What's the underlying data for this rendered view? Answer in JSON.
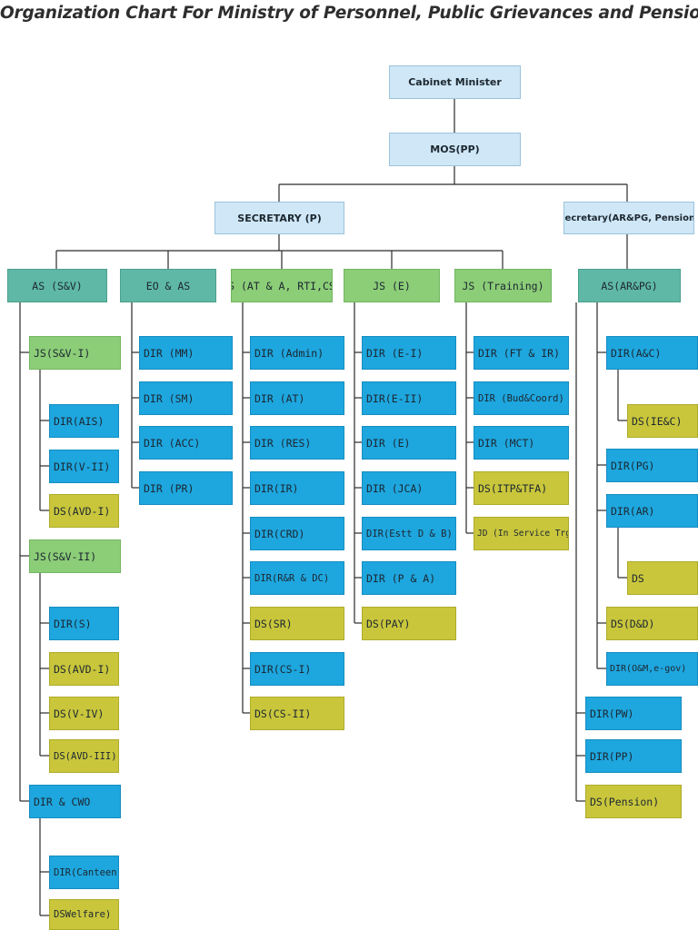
{
  "title": "Organization Chart For Ministry of Personnel, Public Grievances and Pensions",
  "colors": {
    "top": "#cfe7f6",
    "as_level": "#5fb8a6",
    "js_level": "#8ccd78",
    "director": "#1ea6de",
    "deputy": "#c9c63c",
    "line": "#2a2a2a"
  },
  "nodes": {
    "cabinet_minister": "Cabinet Minister",
    "mos_pp": "MOS(PP)",
    "secretary_p": "SECRETARY (P)",
    "secretary_arpg": "Secretary(AR&PG, Pension)",
    "as_sv": "AS (S&V)",
    "eo_as": "EO & AS",
    "js_at": "JS (AT & A, RTI,CS)",
    "js_e": "JS (E)",
    "js_training": "JS (Training)",
    "as_arpg": "AS(AR&PG)",
    "js_sv1": "JS(S&V-I)",
    "dir_ais": "DIR(AIS)",
    "dir_v2": "DIR(V-II)",
    "ds_avd1_a": "DS(AVD-I)",
    "js_sv2": "JS(S&V-II)",
    "dir_s": "DIR(S)",
    "ds_avd1_b": "DS(AVD-I)",
    "ds_v4": "DS(V-IV)",
    "ds_avd3": "DS(AVD-III)",
    "dir_cwo": "DIR & CWO",
    "dir_canteen": "DIR(Canteen)",
    "ds_welfare": "DSWelfare)",
    "dir_mm": "DIR (MM)",
    "dir_sm": "DIR (SM)",
    "dir_acc": "DIR (ACC)",
    "dir_pr": "DIR (PR)",
    "dir_admin": "DIR (Admin)",
    "dir_at": "DIR (AT)",
    "dir_res": "DIR (RES)",
    "dir_ir": "DIR(IR)",
    "dir_crd": "DIR(CRD)",
    "dir_rr": "DIR(R&R & DC)",
    "ds_sr": "DS(SR)",
    "dir_cs1": "DIR(CS-I)",
    "ds_cs2": "DS(CS-II)",
    "dir_e1": "DIR (E-I)",
    "dir_e2": "DIR(E-II)",
    "dir_e": "DIR (E)",
    "dir_jca": "DIR (JCA)",
    "dir_estt": "DIR(Estt D & B)",
    "dir_pa": "DIR (P & A)",
    "ds_pay": "DS(PAY)",
    "dir_ftir": "DIR (FT & IR)",
    "dir_bud": "DIR (Bud&Coord)",
    "dir_mct": "DIR (MCT)",
    "ds_itp": "DS(ITP&TFA)",
    "jd_ist": "JD (In Service Trg)",
    "dir_ac": "DIR(A&C)",
    "ds_iec": "DS(IE&C)",
    "dir_pg": "DIR(PG)",
    "dir_ar": "DIR(AR)",
    "ds_plain": "DS",
    "ds_dd": "DS(D&D)",
    "dir_om": "DIR(O&M,e-gov)",
    "dir_pw": "DIR(PW)",
    "dir_pp": "DIR(PP)",
    "ds_pension": "DS(Pension)"
  }
}
